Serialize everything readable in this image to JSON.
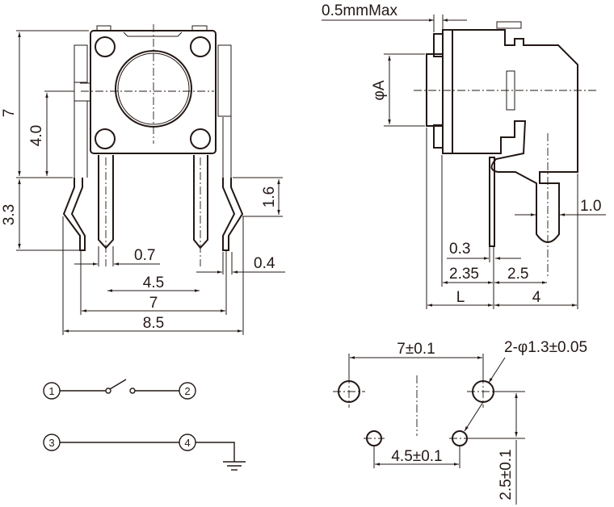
{
  "front_view": {
    "dims": {
      "height_total": "7",
      "center_height": "4.0",
      "lead_length": "3.3",
      "leg_bend": "1.6",
      "pin_width": "0.7",
      "leg_width": "0.4",
      "pin_pitch": "4.5",
      "leg_pitch": "7",
      "overall_width": "8.5"
    }
  },
  "side_view": {
    "dims": {
      "max_gap": "0.5mmMax",
      "actuator_dia": "φA",
      "pin_thickness": "0.3",
      "body_to_pin": "2.35",
      "pin_to_leg": "2.5",
      "leg_dia": "1.0",
      "length_l": "L",
      "depth": "4"
    }
  },
  "schematic": {
    "terminals": [
      "1",
      "2",
      "3",
      "4"
    ]
  },
  "pcb_layout": {
    "dims": {
      "large_pitch": "7±0.1",
      "hole_spec": "2-φ1.3±0.05",
      "small_pitch": "4.5±0.1",
      "row_offset": "2.5±0.1"
    }
  }
}
